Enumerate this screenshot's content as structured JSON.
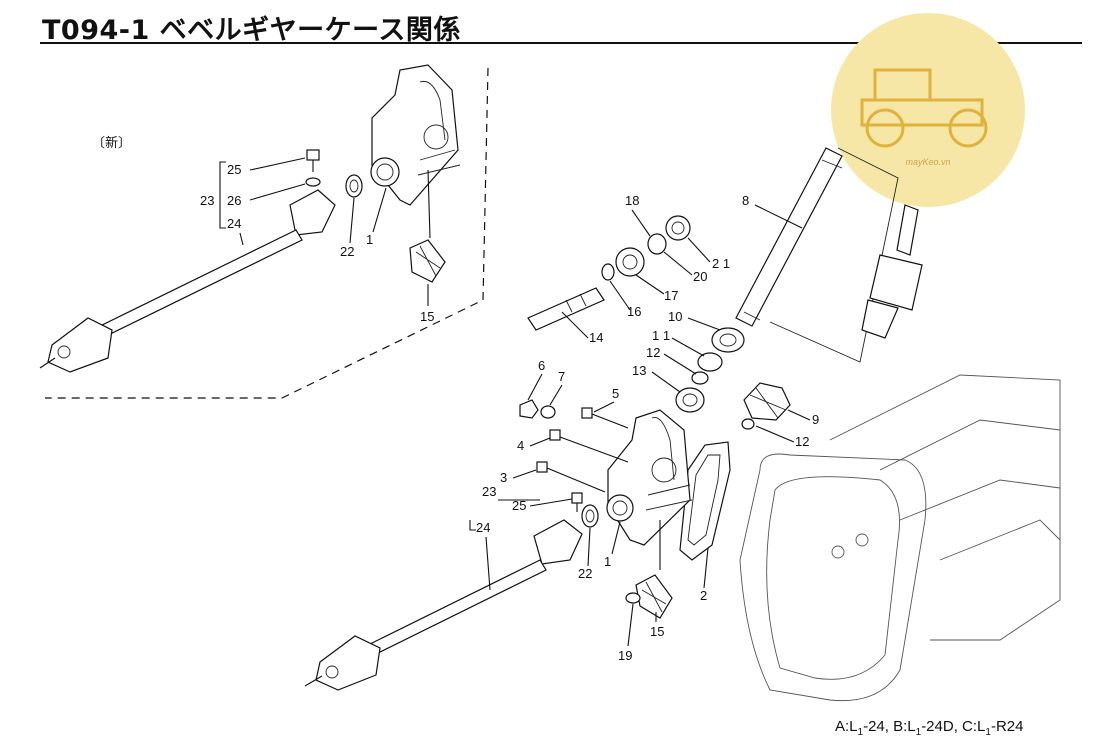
{
  "page": {
    "title": "T094-1 ベベルギヤーケース関係",
    "new_label": "〔新〕",
    "watermark": "mayKeo.vn",
    "footer": {
      "a_prefix": "A:L",
      "a_sub": "1",
      "a_suffix": "-24,",
      "b_prefix": "B:L",
      "b_sub": "1",
      "b_suffix": "-24D,",
      "c_prefix": "C:L",
      "c_sub": "1",
      "c_suffix": "-R24"
    }
  },
  "parts": {
    "p1a": "1",
    "p1b": "1",
    "p2": "2",
    "p3": "3",
    "p4": "4",
    "p5": "5",
    "p6": "6",
    "p7": "7",
    "p8": "8",
    "p9": "9",
    "p10": "10",
    "p11": "1 1",
    "p12a": "12",
    "p12b": "12",
    "p13": "13",
    "p14": "14",
    "p15a": "15",
    "p15b": "15",
    "p16": "16",
    "p17": "17",
    "p18": "18",
    "p19": "19",
    "p20": "20",
    "p21": "2 1",
    "p22a": "22",
    "p22b": "22",
    "p23a": "23",
    "p23b": "23",
    "p24a": "24",
    "p24b": "24",
    "p25a": "25",
    "p25b": "25",
    "p26": "26"
  },
  "colors": {
    "watermark_fill": "#f7e7a6",
    "line": "#111111"
  }
}
